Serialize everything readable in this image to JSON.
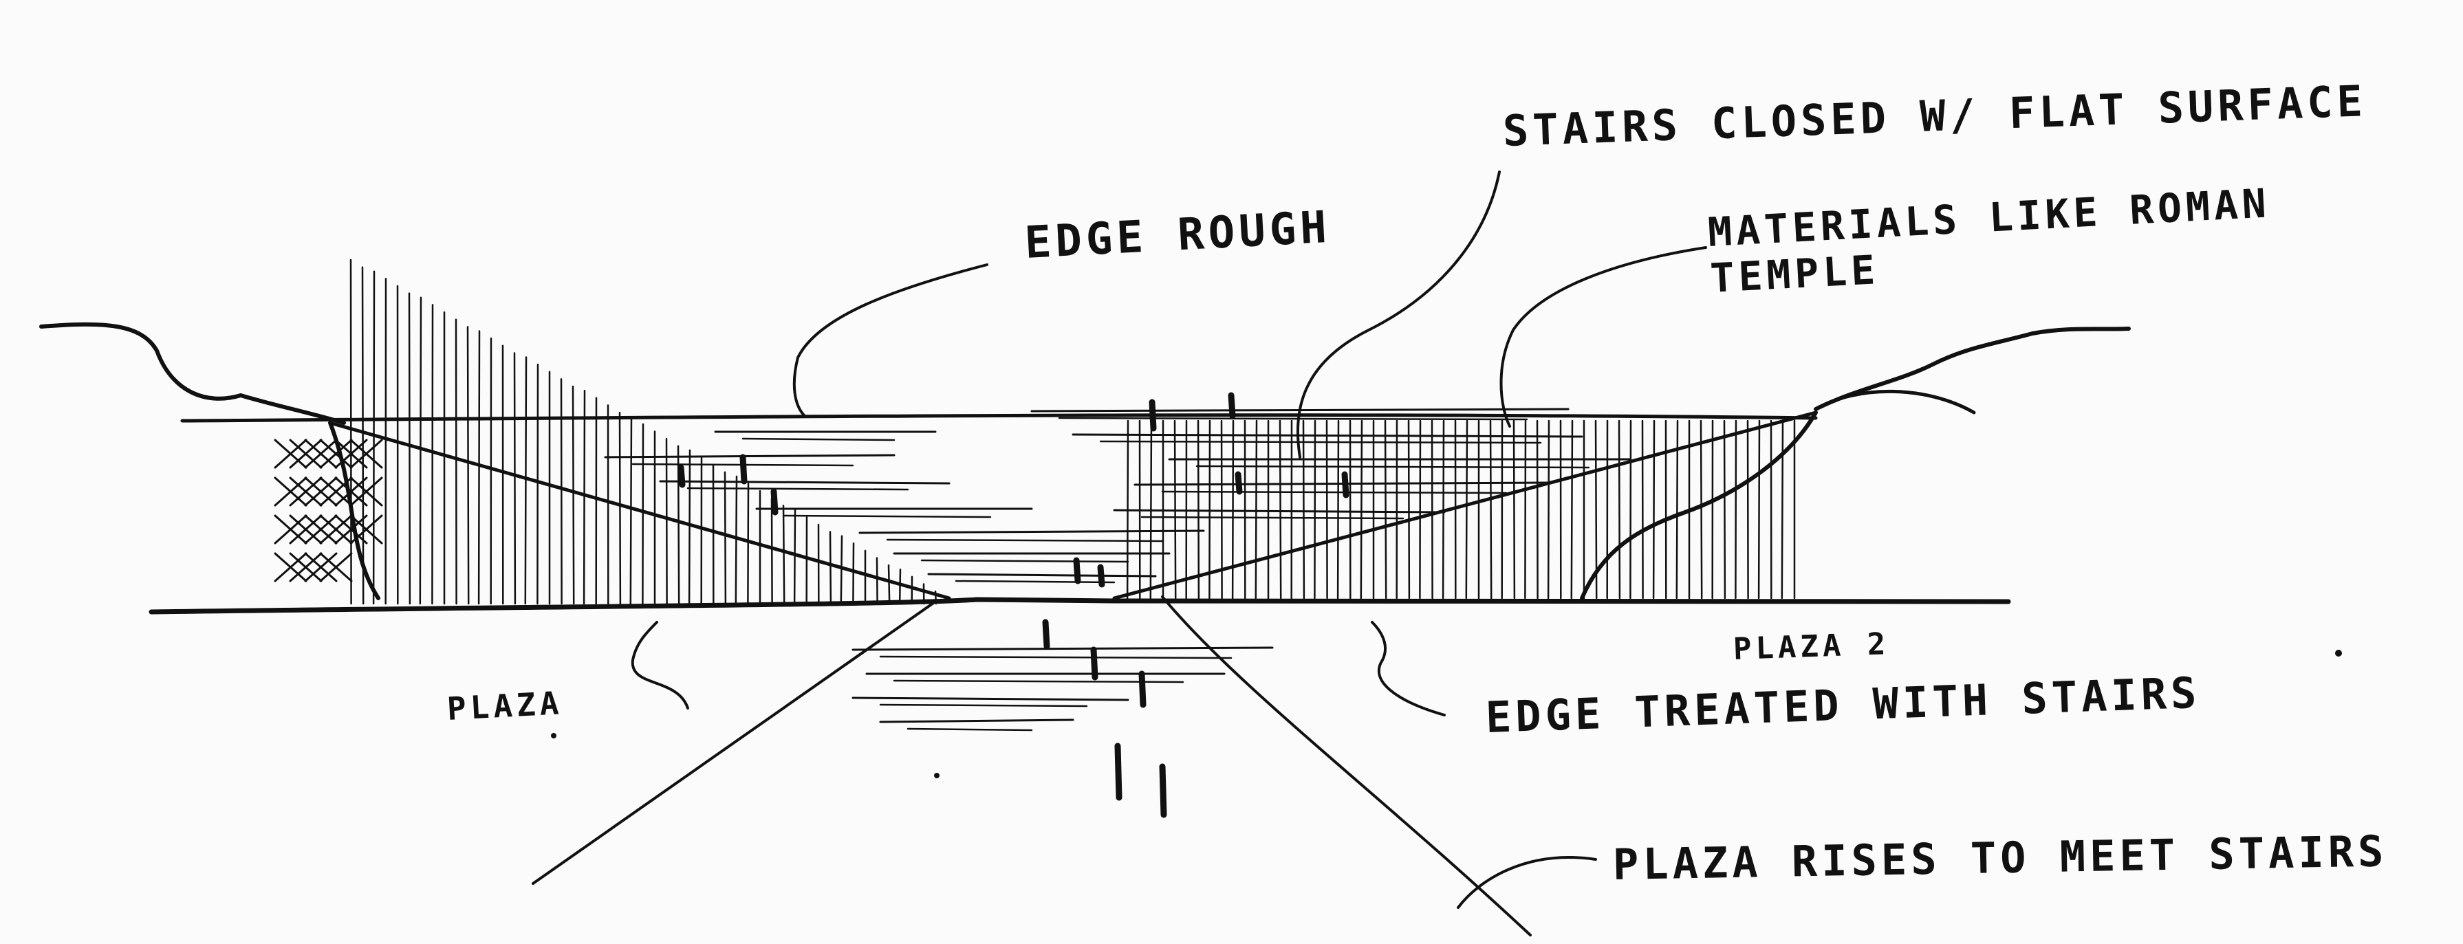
{
  "sketch": {
    "ink_color": "#111111",
    "paper_color": "#fbfbfb",
    "annotations": {
      "edge_rough": "EDGE ROUGH",
      "stairs_closed": "STAIRS CLOSED W/ FLAT SURFACE",
      "materials": "MATERIALS LIKE ROMAN\nTEMPLE",
      "plaza_left": "PLAZA",
      "plaza_right": "PLAZA 2",
      "edge_treated": "EDGE TREATED WITH STAIRS",
      "plaza_rises": "PLAZA RISES TO MEET STAIRS"
    }
  }
}
